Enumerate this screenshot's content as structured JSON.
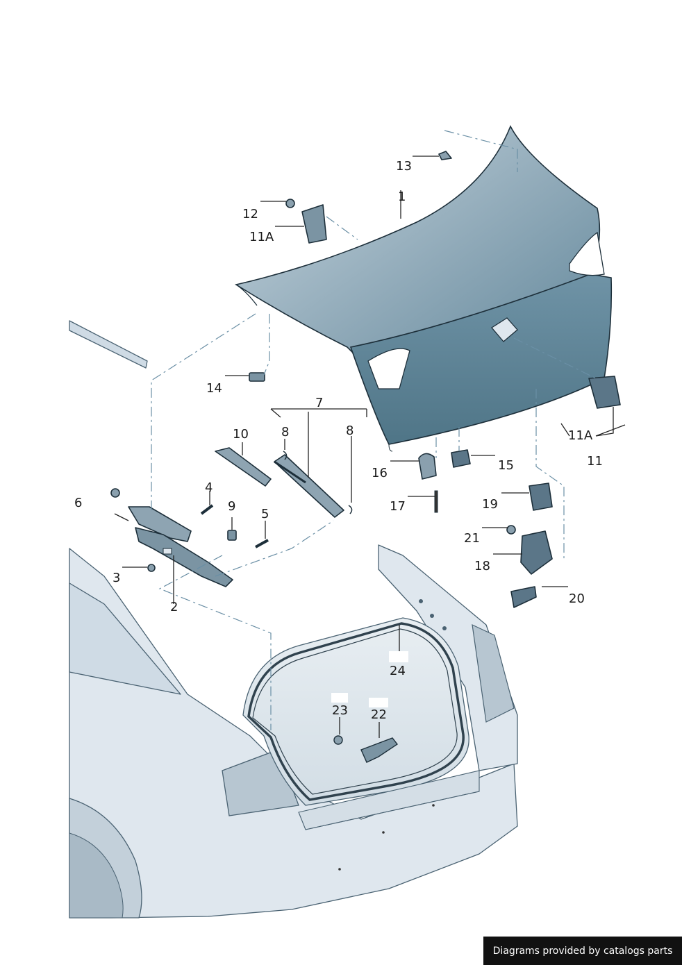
{
  "diagram": {
    "callouts": [
      {
        "id": "p1",
        "text": "1"
      },
      {
        "id": "p2",
        "text": "2"
      },
      {
        "id": "p3",
        "text": "3"
      },
      {
        "id": "p4",
        "text": "4"
      },
      {
        "id": "p5",
        "text": "5"
      },
      {
        "id": "p6",
        "text": "6"
      },
      {
        "id": "p7",
        "text": "7"
      },
      {
        "id": "p8a",
        "text": "8"
      },
      {
        "id": "p8b",
        "text": "8"
      },
      {
        "id": "p9",
        "text": "9"
      },
      {
        "id": "p10",
        "text": "10"
      },
      {
        "id": "p11",
        "text": "11"
      },
      {
        "id": "p11a1",
        "text": "11A"
      },
      {
        "id": "p11a2",
        "text": "11A"
      },
      {
        "id": "p12",
        "text": "12"
      },
      {
        "id": "p13",
        "text": "13"
      },
      {
        "id": "p14",
        "text": "14"
      },
      {
        "id": "p15",
        "text": "15"
      },
      {
        "id": "p16",
        "text": "16"
      },
      {
        "id": "p17",
        "text": "17"
      },
      {
        "id": "p18",
        "text": "18"
      },
      {
        "id": "p19",
        "text": "19"
      },
      {
        "id": "p20",
        "text": "20"
      },
      {
        "id": "p21",
        "text": "21"
      },
      {
        "id": "p22",
        "text": "22"
      },
      {
        "id": "p23",
        "text": "23"
      },
      {
        "id": "p24",
        "text": "24"
      }
    ]
  },
  "footer": {
    "credit": "Diagrams provided by catalogs parts"
  },
  "colors": {
    "lid_dark": "#5f8599",
    "lid_light": "#c4d4de",
    "car_body": "#dfe7ee",
    "leader": "#222222",
    "dash": "#6a8fa5",
    "footer_bg": "#111111"
  }
}
